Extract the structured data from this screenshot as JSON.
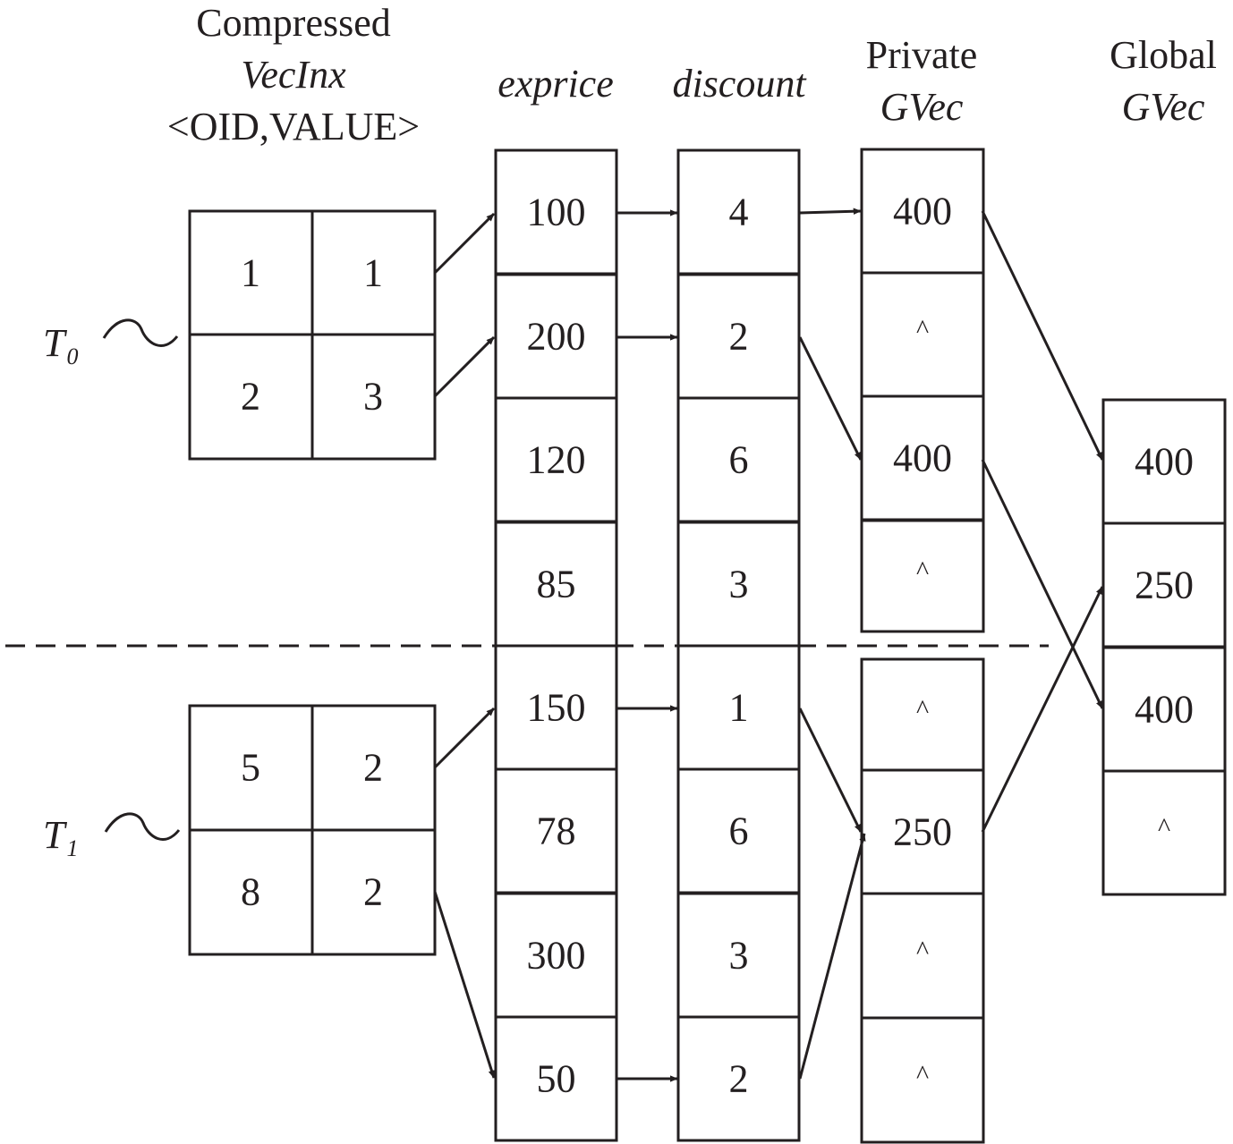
{
  "headers": {
    "vecinx": {
      "line1": "Compressed",
      "line2": "VecInx",
      "line3": "<OID,VALUE>"
    },
    "exprice": "exprice",
    "discount": "discount",
    "private_gvec": {
      "line1": "Private",
      "line2": "GVec"
    },
    "global_gvec": {
      "line1": "Global",
      "line2": "GVec"
    }
  },
  "threads": [
    {
      "label": "T",
      "subscript": "0",
      "vecinx": [
        [
          "1",
          "1"
        ],
        [
          "2",
          "3"
        ]
      ]
    },
    {
      "label": "T",
      "subscript": "1",
      "vecinx": [
        [
          "5",
          "2"
        ],
        [
          "8",
          "2"
        ]
      ]
    }
  ],
  "exprice": [
    "100",
    "200",
    "120",
    "85",
    "150",
    "78",
    "300",
    "50"
  ],
  "discount": [
    "4",
    "2",
    "6",
    "3",
    "1",
    "6",
    "3",
    "2"
  ],
  "private_gvec_t0": [
    "400",
    "^",
    "400",
    "^"
  ],
  "private_gvec_t1": [
    "^",
    "250",
    "^",
    "^"
  ],
  "global_gvec": [
    "400",
    "250",
    "400",
    "^"
  ],
  "colors": {
    "ink": "#231f20",
    "background": "#ffffff"
  }
}
